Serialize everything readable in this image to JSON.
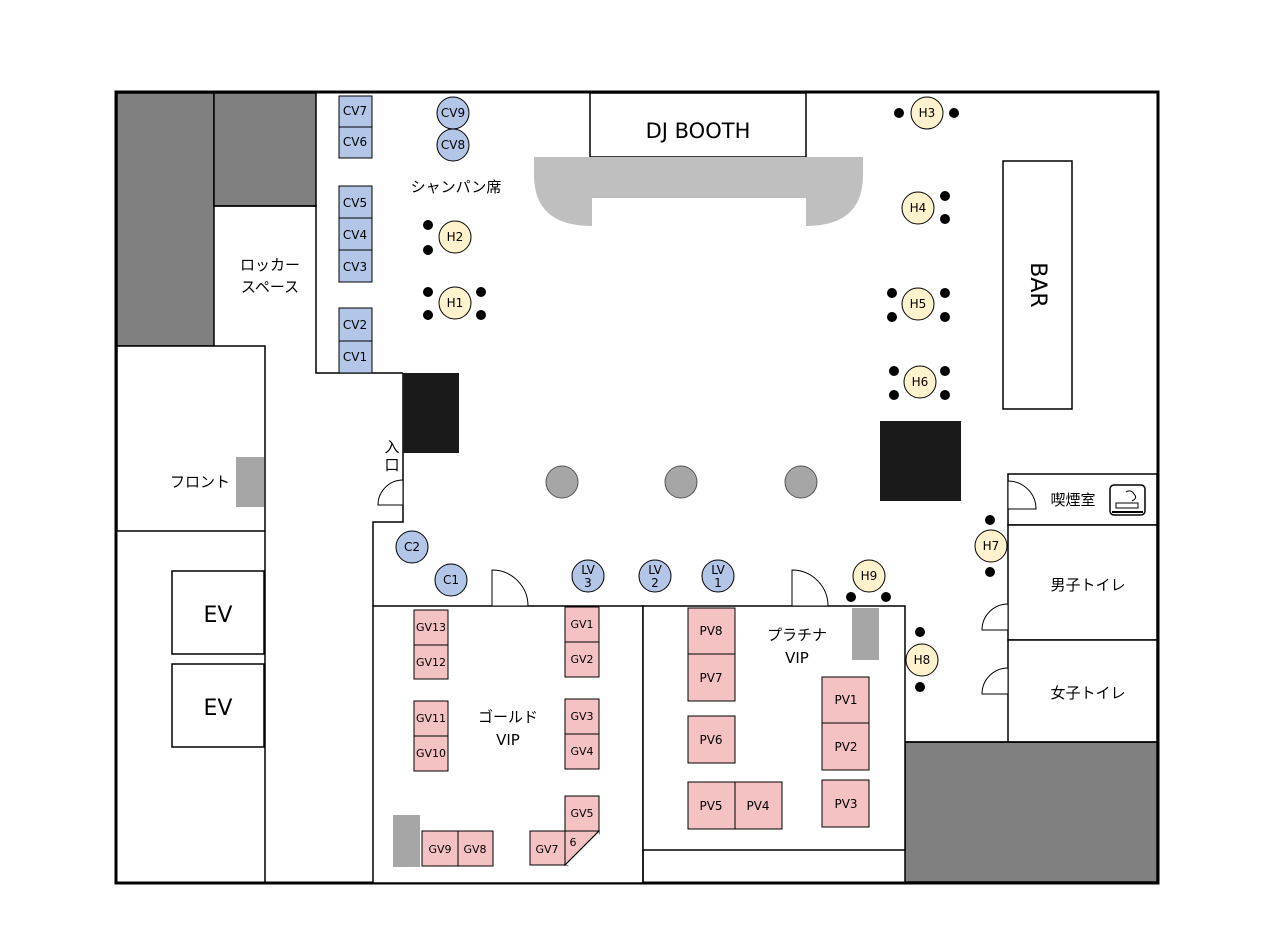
{
  "labels": {
    "dj_booth": "DJ BOOTH",
    "bar": "BAR",
    "champagne": "シャンパン席",
    "locker_1": "ロッカー",
    "locker_2": "スペース",
    "front": "フロント",
    "ev_1": "EV",
    "ev_2": "EV",
    "entrance": "入口",
    "smoking": "喫煙室",
    "mens": "男子トイレ",
    "womens": "女子トイレ",
    "gold_vip_1": "ゴールド",
    "gold_vip_2": "VIP",
    "platinum_vip_1": "プラチナ",
    "platinum_vip_2": "VIP"
  },
  "colors": {
    "wall": "#000000",
    "dark_gray": "#808080",
    "light_gray": "#bfbfbf",
    "blue_seat": "#b4c6e7",
    "pink_seat": "#f4c2c2",
    "cream_seat": "#fff2cc",
    "column_gray": "#a6a6a6"
  },
  "cv_seats": [
    "CV7",
    "CV6",
    "CV5",
    "CV4",
    "CV3",
    "CV2",
    "CV1"
  ],
  "round_blue": [
    "CV9",
    "CV8",
    "C2",
    "C1"
  ],
  "lv_seats": [
    "LV 3",
    "LV 2",
    "LV 1"
  ],
  "high_tables": [
    "H1",
    "H2",
    "H3",
    "H4",
    "H5",
    "H6",
    "H7",
    "H8",
    "H9"
  ],
  "gold_seats": [
    "GV13",
    "GV12",
    "GV11",
    "GV10",
    "GV1",
    "GV2",
    "GV3",
    "GV4",
    "GV5",
    "6",
    "GV7",
    "GV8",
    "GV9"
  ],
  "platinum_seats": [
    "PV8",
    "PV7",
    "PV6",
    "PV5",
    "PV4",
    "PV1",
    "PV2",
    "PV3"
  ]
}
